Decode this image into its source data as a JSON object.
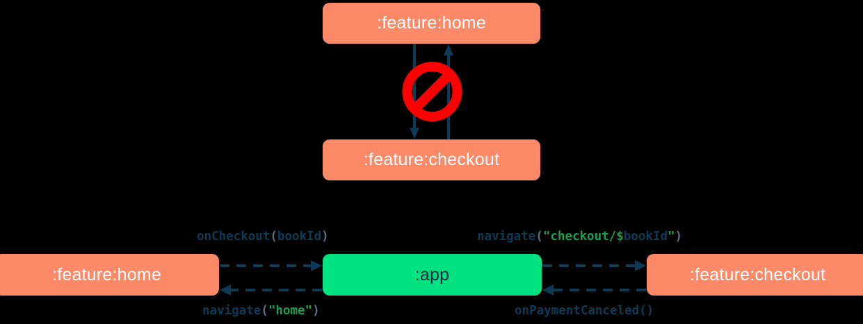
{
  "diagram": {
    "title": "module navigation dependency diagram",
    "colors": {
      "background": "#000000",
      "feature_module": "#fc8a68",
      "app_module": "#00e17f",
      "arrow": "#0d3a55",
      "forbidden": "#ff0000",
      "string_literal": "#17a04c",
      "punctuation": "#5a7382",
      "node_text_light": "#ffffff",
      "node_text_dark": "#0d2b3e"
    },
    "top_section": {
      "nodes": [
        {
          "id": "home-top",
          "label": ":feature:home",
          "style": "feature_module"
        },
        {
          "id": "checkout-top",
          "label": ":feature:checkout",
          "style": "feature_module"
        }
      ],
      "edges": [
        {
          "id": "home-to-checkout",
          "from": "home-top",
          "to": "checkout-top",
          "direction": "down",
          "style": "solid"
        },
        {
          "id": "checkout-to-home",
          "from": "checkout-top",
          "to": "home-top",
          "direction": "up",
          "style": "solid"
        }
      ],
      "marker": {
        "name": "no-entry-icon",
        "meaning": "forbidden direct dependency between feature modules"
      }
    },
    "bottom_section": {
      "nodes": [
        {
          "id": "home-bottom",
          "label": ":feature:home",
          "style": "feature_module"
        },
        {
          "id": "app",
          "label": ":app",
          "style": "app_module"
        },
        {
          "id": "checkout-bottom",
          "label": ":feature:checkout",
          "style": "feature_module"
        }
      ],
      "edges": [
        {
          "id": "home-to-app",
          "from": "home-bottom",
          "to": "app",
          "direction": "right",
          "style": "dashed",
          "label": {
            "fn": "onCheckout",
            "open": "(",
            "arg": "bookId",
            "close": ")"
          },
          "label_text": "onCheckout(bookId)"
        },
        {
          "id": "app-to-checkout",
          "from": "app",
          "to": "checkout-bottom",
          "direction": "right",
          "style": "dashed",
          "label": {
            "fn": "navigate",
            "open": "(",
            "str1": "\"checkout/$",
            "arg": "bookId",
            "str2": "\"",
            "close": ")"
          },
          "label_text": "navigate(\"checkout/$bookId\")"
        },
        {
          "id": "app-to-home",
          "from": "app",
          "to": "home-bottom",
          "direction": "left",
          "style": "dashed",
          "label": {
            "fn": "navigate",
            "open": "(",
            "str1": "\"home\"",
            "close": ")"
          },
          "label_text": "navigate(\"home\")"
        },
        {
          "id": "checkout-to-app",
          "from": "checkout-bottom",
          "to": "app",
          "direction": "left",
          "style": "dashed",
          "label": {
            "fn": "onPaymentCanceled",
            "open": "(",
            "close": ")"
          },
          "label_text": "onPaymentCanceled()"
        }
      ]
    }
  }
}
